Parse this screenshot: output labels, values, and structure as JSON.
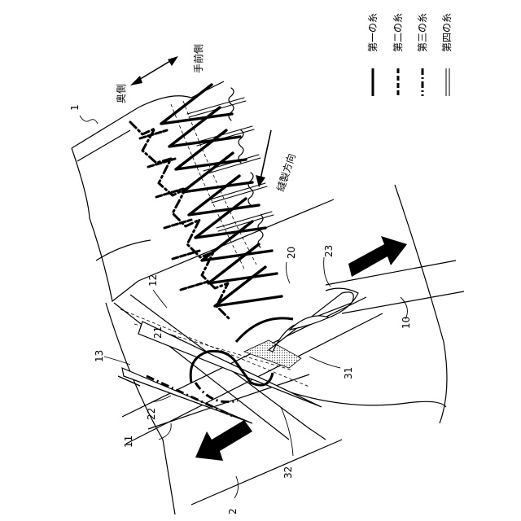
{
  "legend": {
    "items": [
      {
        "label": "第一の糸",
        "style": "solid-thick"
      },
      {
        "label": "第二の糸",
        "style": "dashed-thick"
      },
      {
        "label": "第三の糸",
        "style": "dashdot-thick"
      },
      {
        "label": "第四の糸",
        "style": "double-thin"
      }
    ]
  },
  "directions": {
    "back": "奥側",
    "front": "手前側",
    "sewing": "縫製方向"
  },
  "reference_numerals": {
    "n1": "1",
    "n2": "2",
    "n10": "10",
    "n11": "11",
    "n12": "12",
    "n13": "13",
    "n20": "20",
    "n21": "21",
    "n22": "22",
    "n23": "23",
    "n31": "31",
    "n32": "32"
  },
  "colors": {
    "ink": "#000000",
    "paper": "#ffffff",
    "hatch": "#9a9a9a"
  }
}
